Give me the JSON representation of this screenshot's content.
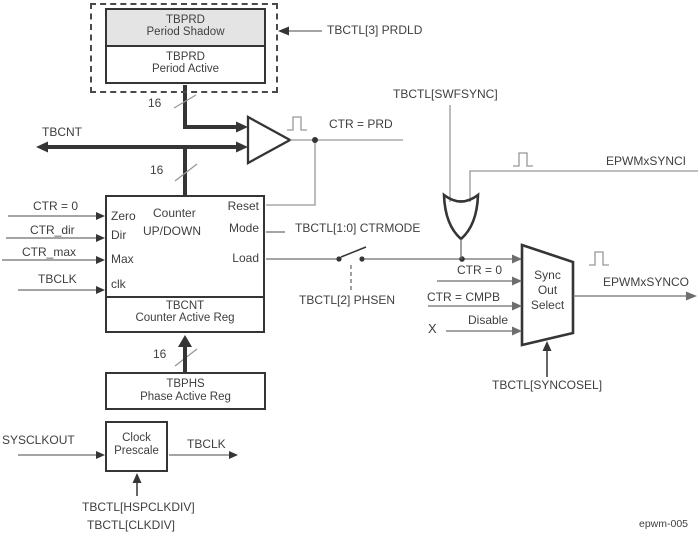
{
  "diagram": {
    "caption": "epwm-005",
    "colors": {
      "line_dark": "#353535",
      "line_mid": "#6e6e6e",
      "line_light": "#979797",
      "text": "#3f3f3f",
      "shadow_fill": "#e4e4e4"
    },
    "period_register": {
      "shadow_line1": "TBPRD",
      "shadow_line2": "Period Shadow",
      "active_line1": "TBPRD",
      "active_line2": "Period Active",
      "load_mode_label": "TBCTL[3] PRDLD"
    },
    "bus_widths": {
      "a": "16",
      "b": "16",
      "c": "16"
    },
    "tbcnt_bus_label": "TBCNT",
    "compare_event_label": "CTR = PRD",
    "counter": {
      "title_line1": "Counter",
      "title_line2": "UP/DOWN",
      "port_zero": "Zero",
      "port_dir": "Dir",
      "port_max": "Max",
      "port_clk": "clk",
      "port_reset": "Reset",
      "port_mode": "Mode",
      "port_load": "Load",
      "reg_line1": "TBCNT",
      "reg_line2": "Counter Active Reg",
      "input_ctr_zero": "CTR = 0",
      "input_ctr_dir": "CTR_dir",
      "input_ctr_max": "CTR_max",
      "input_tbclk": "TBCLK",
      "mode_select_label": "TBCTL[1:0] CTRMODE",
      "phase_enable_label": "TBCTL[2] PHSEN"
    },
    "sync": {
      "swfsync_label": "TBCTL[SWFSYNC]",
      "sync_in_label": "EPWMxSYNCI",
      "sync_out_label": "EPWMxSYNCO",
      "mux_line1": "Sync",
      "mux_line2": "Out",
      "mux_line3": "Select",
      "input_ctr_zero": "CTR = 0",
      "input_ctr_cmpb": "CTR = CMPB",
      "input_disable": "Disable",
      "input_x": "X",
      "select_label": "TBCTL[SYNCOSEL]"
    },
    "phase_register": {
      "line1": "TBPHS",
      "line2": "Phase Active Reg"
    },
    "clock": {
      "block_line1": "Clock",
      "block_line2": "Prescale",
      "input_label": "SYSCLKOUT",
      "output_label": "TBCLK",
      "divider_label1": "TBCTL[HSPCLKDIV]",
      "divider_label2": "TBCTL[CLKDIV]"
    }
  }
}
